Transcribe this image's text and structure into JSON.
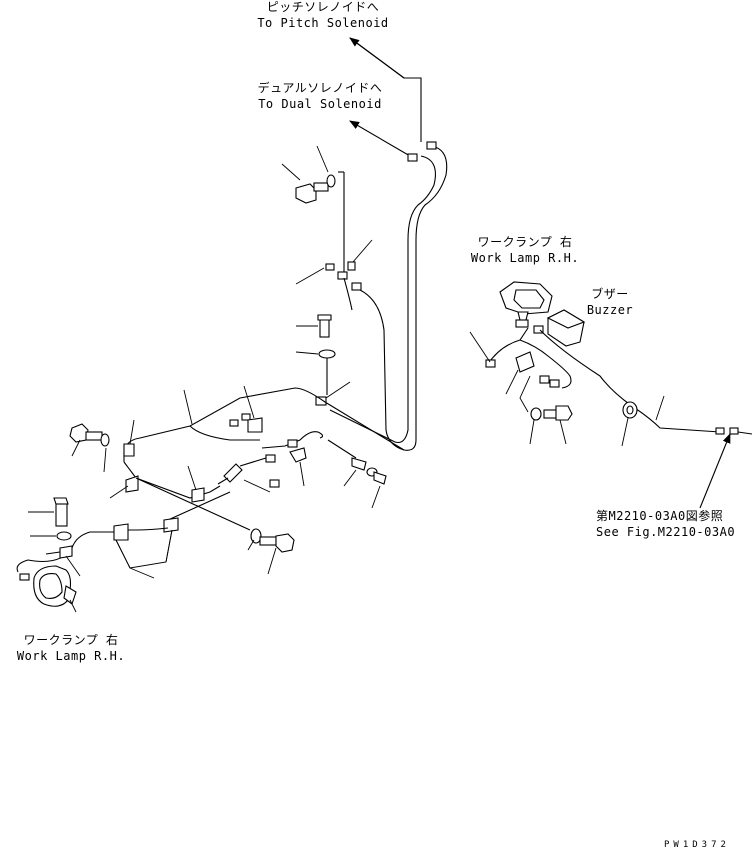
{
  "labels": {
    "pitch_solenoid_jp": "ピッチソレノイドへ",
    "pitch_solenoid_en": "To Pitch Solenoid",
    "dual_solenoid_jp": "デュアルソレノイドへ",
    "dual_solenoid_en": "To Dual Solenoid",
    "work_lamp_right_jp": "ワークランプ 右",
    "work_lamp_right_en": "Work Lamp R.H.",
    "buzzer_jp": "ブザー",
    "buzzer_en": "Buzzer",
    "see_fig_jp": "第M2210-03A0図参照",
    "see_fig_en": "See Fig.M2210-03A0",
    "work_lamp_left_jp": "ワークランプ 右",
    "work_lamp_left_en": "Work Lamp R.H.",
    "drawing_code": "PW1D372"
  }
}
